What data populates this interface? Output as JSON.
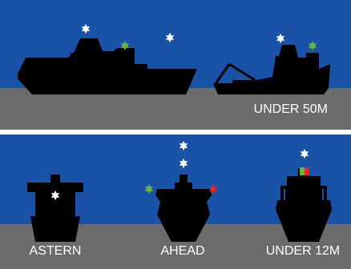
{
  "colors": {
    "sky": "#1a52a8",
    "sea": "#6b6b6b",
    "ship": "#000000",
    "white_light": "#ffffff",
    "green_light": "#6ab43c",
    "red_light": "#e0282c",
    "divider": "#ffffff"
  },
  "panels": {
    "top": {
      "label": "UNDER 50M",
      "ships": [
        "large-ship-side-view",
        "small-ship-side-view"
      ]
    },
    "bottom": {
      "labels": {
        "astern": "ASTERN",
        "ahead": "AHEAD",
        "under_12m": "UNDER 12M"
      }
    }
  },
  "icons": [
    "star-light-icon"
  ]
}
